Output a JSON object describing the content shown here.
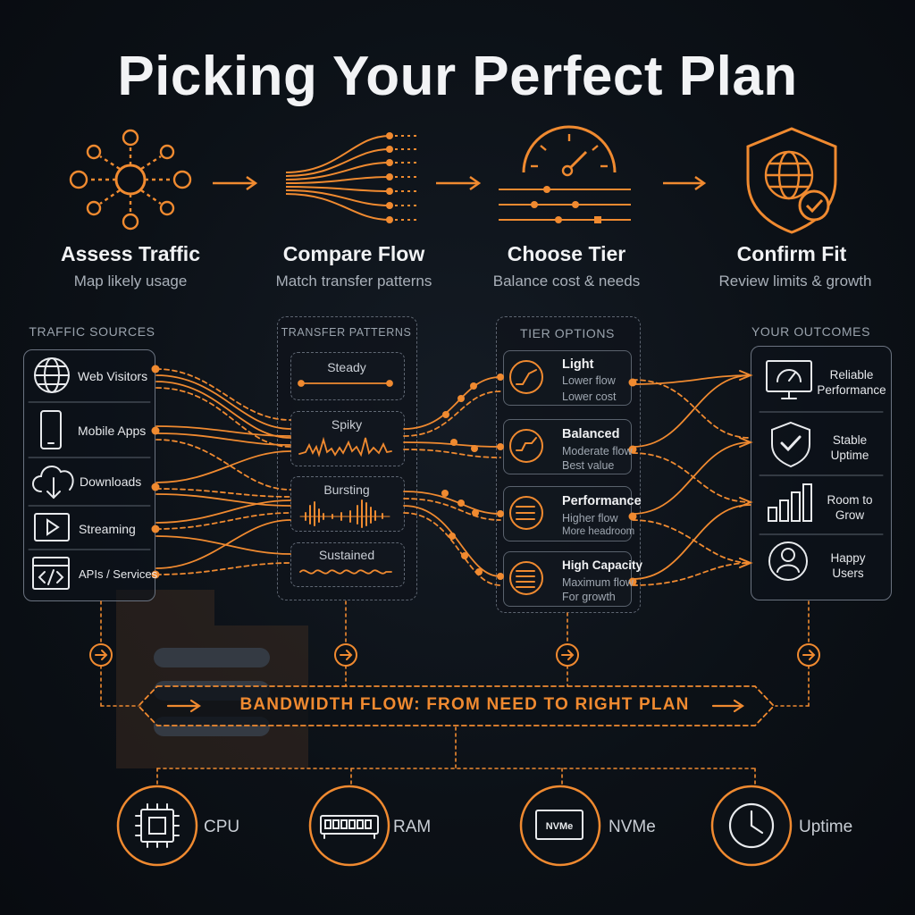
{
  "title": "Picking Your Perfect Plan",
  "steps": [
    {
      "title": "Assess Traffic",
      "subtitle": "Map likely usage",
      "icon": "network-hub-icon"
    },
    {
      "title": "Compare Flow",
      "subtitle": "Match transfer patterns",
      "icon": "flow-lines-icon"
    },
    {
      "title": "Choose Tier",
      "subtitle": "Balance cost & needs",
      "icon": "gauge-icon"
    },
    {
      "title": "Confirm Fit",
      "subtitle": "Review limits & growth",
      "icon": "shield-globe-icon"
    }
  ],
  "sources": {
    "heading": "TRAFFIC SOURCES",
    "items": [
      {
        "label": "Web Visitors",
        "icon": "globe-icon"
      },
      {
        "label": "Mobile Apps",
        "icon": "phone-icon"
      },
      {
        "label": "Downloads",
        "icon": "cloud-download-icon"
      },
      {
        "label": "Streaming",
        "icon": "play-icon"
      },
      {
        "label": "APIs / Services",
        "icon": "code-window-icon"
      }
    ]
  },
  "patterns": {
    "heading": "TRANSFER PATTERNS",
    "items": [
      {
        "label": "Steady"
      },
      {
        "label": "Spiky"
      },
      {
        "label": "Bursting"
      },
      {
        "label": "Sustained"
      }
    ]
  },
  "tiers": {
    "heading": "TIER OPTIONS",
    "items": [
      {
        "name": "Light",
        "line1": "Lower flow",
        "line2": "Lower cost"
      },
      {
        "name": "Balanced",
        "line1": "Moderate flow",
        "line2": "Best value"
      },
      {
        "name": "Performance",
        "line1": "Higher flow",
        "line2": "More headroom"
      },
      {
        "name": "High Capacity",
        "line1": "Maximum flow",
        "line2": "For growth"
      }
    ]
  },
  "outcomes": {
    "heading": "YOUR OUTCOMES",
    "items": [
      {
        "line1": "Reliable",
        "line2": "Performance",
        "icon": "monitor-gauge-icon"
      },
      {
        "line1": "Stable",
        "line2": "Uptime",
        "icon": "shield-check-icon"
      },
      {
        "line1": "Room to",
        "line2": "Grow",
        "icon": "bar-chart-icon"
      },
      {
        "line1": "Happy",
        "line2": "Users",
        "icon": "user-icon"
      }
    ]
  },
  "banner": "BANDWIDTH FLOW: FROM NEED TO RIGHT PLAN",
  "resources": [
    {
      "label": "CPU",
      "icon": "cpu-chip-icon"
    },
    {
      "label": "RAM",
      "icon": "ram-module-icon"
    },
    {
      "label": "NVMe",
      "icon": "nvme-drive-icon"
    },
    {
      "label": "Uptime",
      "icon": "clock-icon"
    }
  ],
  "colors": {
    "accent": "#f08a30",
    "background": "#0c1117",
    "panel_border": "#6b7380",
    "text": "#e8eaed"
  }
}
